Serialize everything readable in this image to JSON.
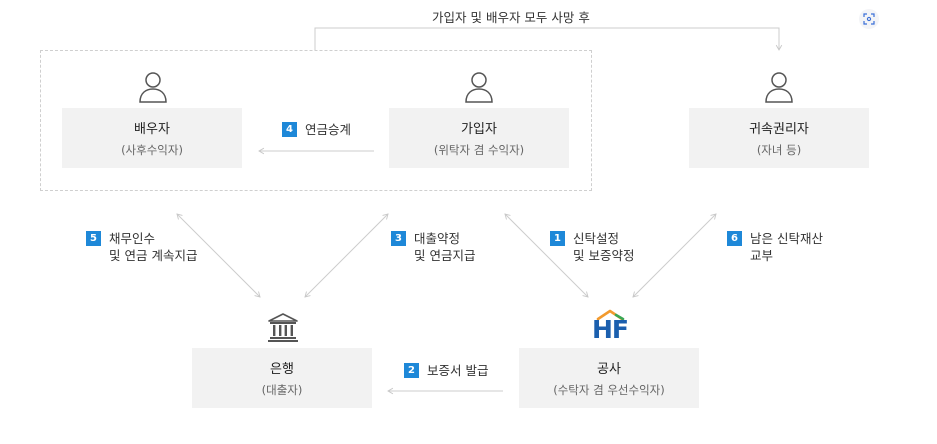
{
  "top_label": "가입자 및 배우자 모두 사망 후",
  "nodes": {
    "spouse": {
      "title": "배우자",
      "subtitle": "(사후수익자)"
    },
    "subscriber": {
      "title": "가입자",
      "subtitle": "(위탁자 겸 수익자)"
    },
    "heir": {
      "title": "귀속권리자",
      "subtitle": "(자녀 등)"
    },
    "bank": {
      "title": "은행",
      "subtitle": "(대출자)"
    },
    "corporation": {
      "title": "공사",
      "subtitle": "(수탁자 겸 우선수익자)",
      "logo_text": "HF"
    }
  },
  "steps": [
    {
      "number": "1",
      "line1": "신탁설정",
      "line2": "및 보증약정"
    },
    {
      "number": "2",
      "line1": "보증서 발급",
      "line2": ""
    },
    {
      "number": "3",
      "line1": "대출약정",
      "line2": "및 연금지급"
    },
    {
      "number": "4",
      "line1": "연금승계",
      "line2": ""
    },
    {
      "number": "5",
      "line1": "채무인수",
      "line2": "및 연금 계속지급"
    },
    {
      "number": "6",
      "line1": "남은 신탁재산",
      "line2": "교부"
    }
  ],
  "icons": {
    "person": "person-icon",
    "bank": "bank-icon",
    "logo": "hf-logo",
    "capture": "screen-capture-icon"
  },
  "colors": {
    "badge": "#1e88d8",
    "box": "#f2f2f2",
    "arrow": "#cccccc",
    "logo_blue": "#1b5fae",
    "logo_orange": "#f29a2e",
    "logo_green": "#3aa655"
  }
}
